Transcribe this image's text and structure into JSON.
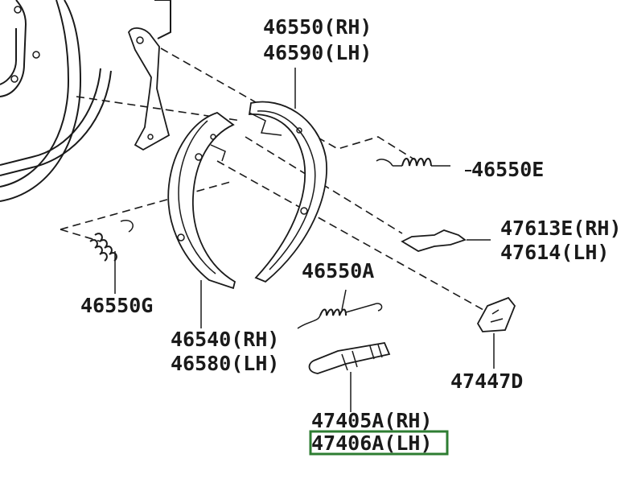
{
  "diagram": {
    "highlight_color": "#2e7d32",
    "labels": [
      {
        "id": "l1",
        "text": "46550(RH)"
      },
      {
        "id": "l2",
        "text": "46590(LH)"
      },
      {
        "id": "l3",
        "text": "46550E"
      },
      {
        "id": "l4",
        "text": "47613E(RH)"
      },
      {
        "id": "l5",
        "text": "47614(LH)"
      },
      {
        "id": "l6",
        "text": "46550A"
      },
      {
        "id": "l7",
        "text": "46550G"
      },
      {
        "id": "l8",
        "text": "46540(RH)"
      },
      {
        "id": "l9",
        "text": "46580(LH)"
      },
      {
        "id": "l10",
        "text": "47447D"
      },
      {
        "id": "l11",
        "text": "47405A(RH)"
      },
      {
        "id": "l12",
        "text": "47406A(LH)"
      }
    ],
    "highlighted_label": "47406A(LH)"
  }
}
